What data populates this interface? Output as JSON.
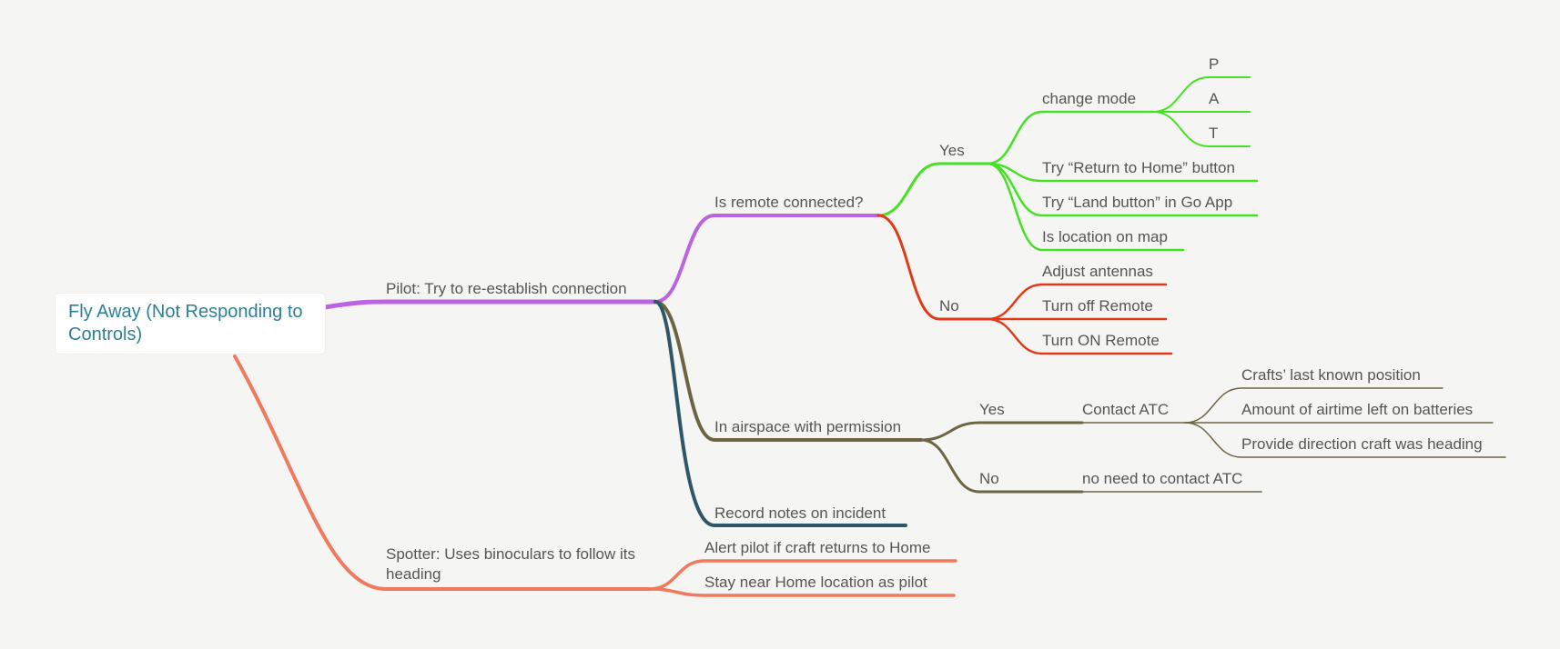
{
  "root": {
    "title": "Fly Away (Not Responding to Controls)"
  },
  "colors": {
    "pilot": "#bb63e0",
    "yes_green": "#46e025",
    "no_red": "#e23a19",
    "airspace": "#6d6444",
    "record": "#2f5767",
    "spotter": "#f07a5e",
    "root_text": "#2c7f97",
    "label_text": "#555555"
  },
  "pilot": {
    "label": "Pilot: Try to re-establish connection",
    "remote": {
      "label": "Is remote connected?",
      "yes": {
        "label": "Yes",
        "change_mode": {
          "label": "change mode",
          "modes": [
            "P",
            "A",
            "T"
          ]
        },
        "return_home": "Try “Return to Home” button",
        "land": "Try “Land button” in Go App",
        "location": "Is location on map"
      },
      "no": {
        "label": "No",
        "items": [
          "Adjust antennas",
          "Turn off Remote",
          "Turn ON Remote"
        ]
      }
    },
    "airspace": {
      "label": "In airspace with permission",
      "yes": {
        "label": "Yes",
        "contact": "Contact ATC",
        "items": [
          "Crafts’ last known position",
          "Amount of airtime left on batteries",
          "Provide direction craft was heading"
        ]
      },
      "no": {
        "label": "No",
        "item": "no need to contact ATC"
      }
    },
    "record": "Record notes on incident"
  },
  "spotter": {
    "label": "Spotter: Uses binoculars to follow its heading",
    "items": [
      "Alert pilot if craft returns to Home",
      "Stay near Home location as pilot"
    ]
  }
}
